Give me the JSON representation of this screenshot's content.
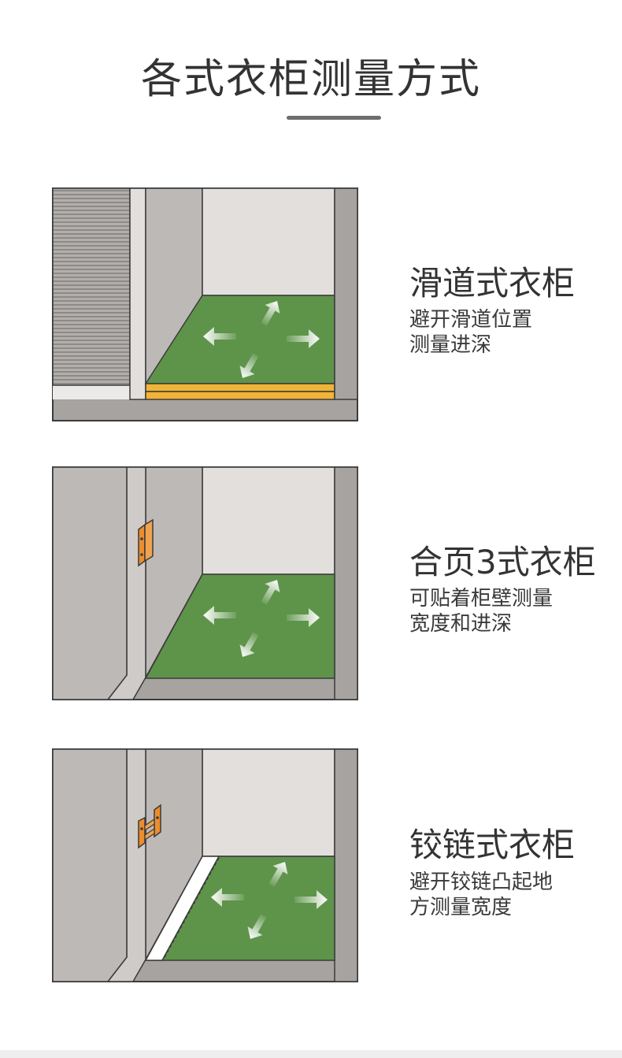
{
  "page": {
    "title": "各式衣柜测量方式"
  },
  "colors": {
    "floor_green": "#5e944a",
    "back_wall": "#e3dfdc",
    "side_panel": "#bdb9b7",
    "frame_gray": "#a7a3a1",
    "rail_yellow": "#f1b436",
    "hinge_orange": "#ec8d2c",
    "outline": "#3b3b3b"
  },
  "sections": [
    {
      "title": "滑道式衣柜",
      "desc": [
        "避开滑道位置",
        "测量进深"
      ],
      "icon": "sliding-door-icon"
    },
    {
      "title": "合页3式衣柜",
      "desc": [
        "可贴着柜壁测量",
        "宽度和进深"
      ],
      "icon": "hinge-icon"
    },
    {
      "title": "铰链式衣柜",
      "desc": [
        "避开铰链凸起地",
        "方测量宽度"
      ],
      "icon": "cabinet-hinge-icon"
    }
  ]
}
